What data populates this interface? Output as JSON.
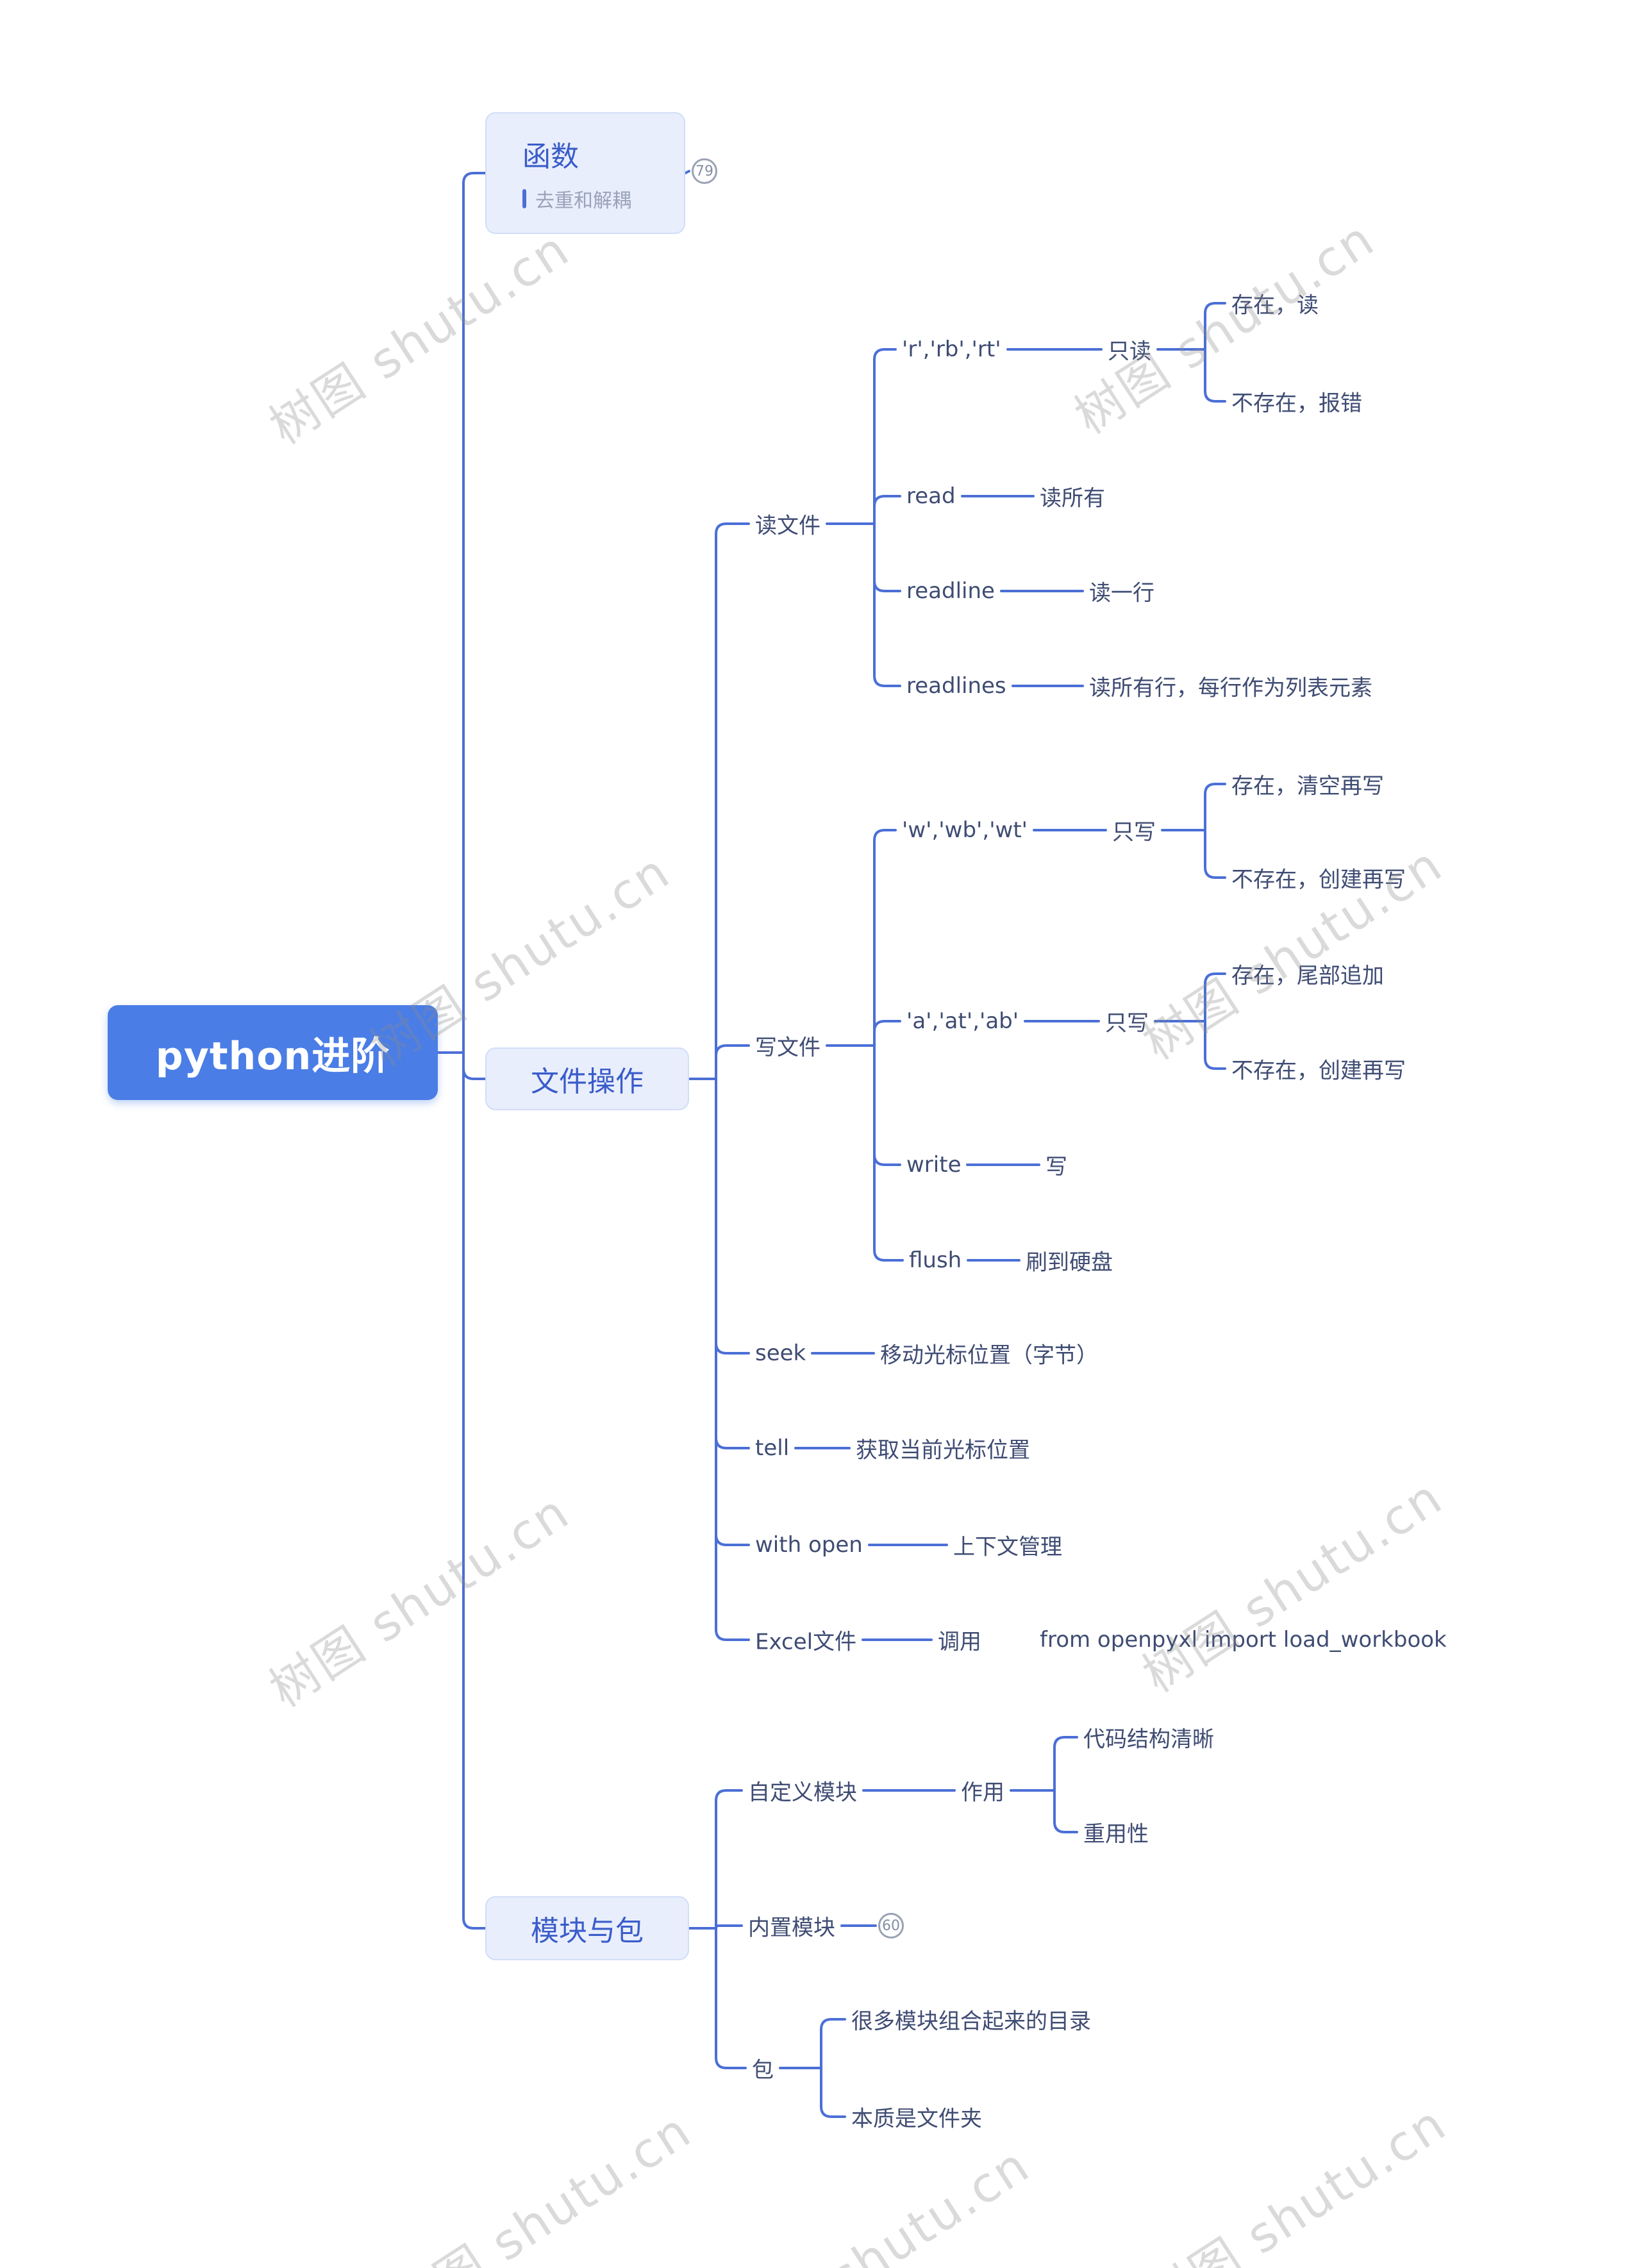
{
  "watermark": "树图 shutu.cn",
  "root": {
    "label": "python进阶"
  },
  "branches": {
    "function": {
      "label": "函数",
      "note": "去重和解耦",
      "badge": "79"
    },
    "file": {
      "label": "文件操作",
      "read_file": {
        "label": "读文件",
        "modes": {
          "label": "'r','rb','rt'",
          "mode": "只读",
          "exists": "存在，读",
          "not_exists": "不存在，报错"
        },
        "read": {
          "label": "read",
          "desc": "读所有"
        },
        "readline": {
          "label": "readline",
          "desc": "读一行"
        },
        "readlines": {
          "label": "readlines",
          "desc": "读所有行，每行作为列表元素"
        }
      },
      "write_file": {
        "label": "写文件",
        "w_modes": {
          "label": "'w','wb','wt'",
          "mode": "只写",
          "exists": "存在，清空再写",
          "not_exists": "不存在，创建再写"
        },
        "a_modes": {
          "label": "'a','at','ab'",
          "mode": "只写",
          "exists": "存在，尾部追加",
          "not_exists": "不存在，创建再写"
        },
        "write": {
          "label": "write",
          "desc": "写"
        },
        "flush": {
          "label": "flush",
          "desc": "刷到硬盘"
        }
      },
      "seek": {
        "label": "seek",
        "desc": "移动光标位置（字节）"
      },
      "tell": {
        "label": "tell",
        "desc": "获取当前光标位置"
      },
      "with_open": {
        "label": "with open",
        "desc": "上下文管理"
      },
      "excel": {
        "label": "Excel文件",
        "desc": "调用",
        "code": "from openpyxl import load_workbook"
      }
    },
    "module": {
      "label": "模块与包",
      "custom": {
        "label": "自定义模块",
        "child": "作用",
        "c1": "代码结构清晰",
        "c2": "重用性"
      },
      "builtin": {
        "label": "内置模块",
        "badge": "60"
      },
      "package": {
        "label": "包",
        "c1": "很多模块组合起来的目录",
        "c2": "本质是文件夹"
      }
    }
  },
  "colors": {
    "root_bg": "#4a7de6",
    "branch_bg": "#e9eefc",
    "branch_text": "#3a5cc9",
    "line": "#4b6fd6",
    "node_text": "#3f4c73",
    "note_text": "#9aa3b8",
    "badge_gray": "#9aa2b4"
  }
}
